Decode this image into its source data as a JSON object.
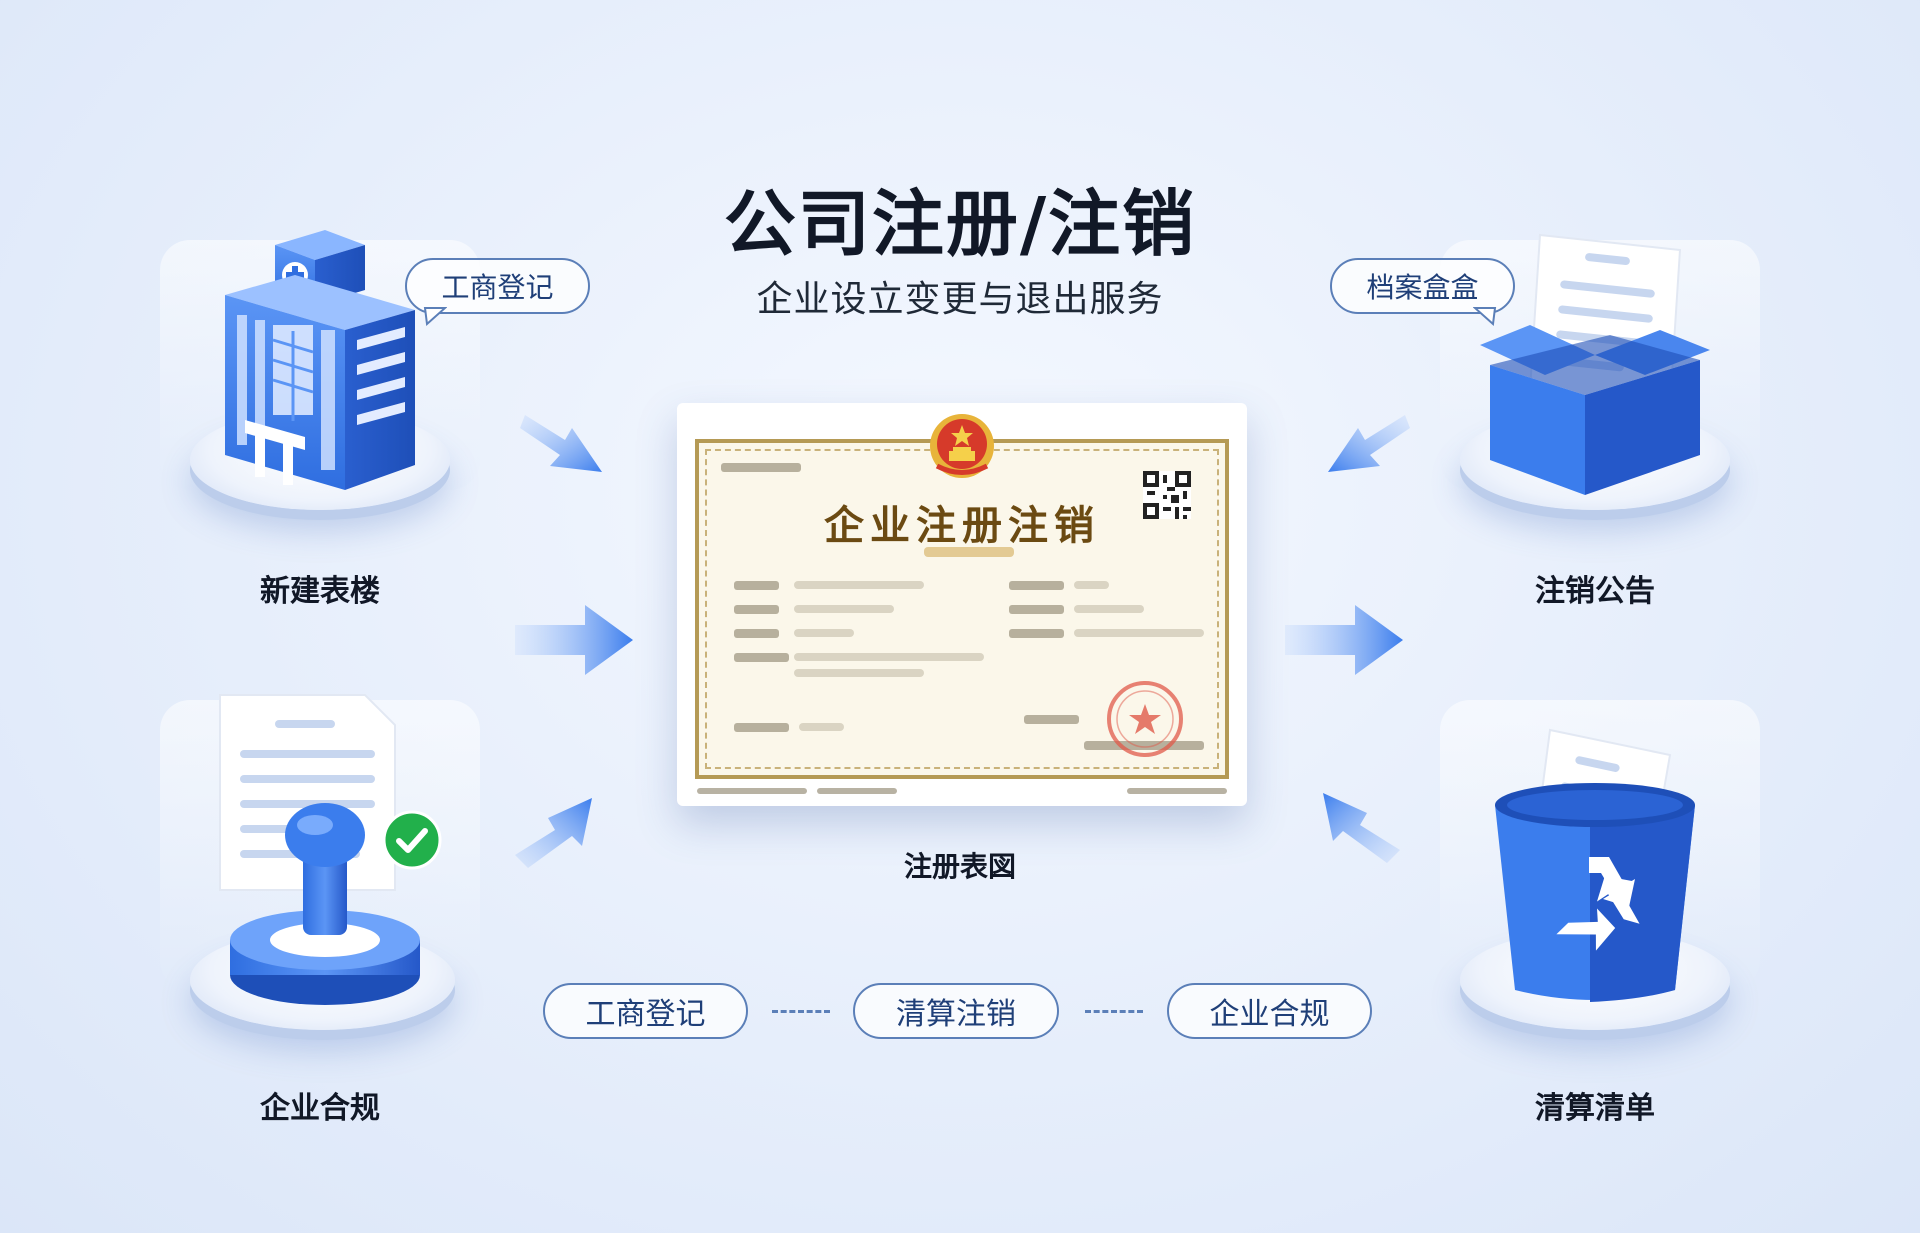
{
  "title": "公司注册/注销",
  "subtitle": "企业设立变更与退出服务",
  "nodes": {
    "top_left": {
      "label": "新建表楼",
      "tag": "工商登记"
    },
    "bottom_left": {
      "label": "企业合规"
    },
    "top_right": {
      "label": "注销公告",
      "tag": "档案盒盒"
    },
    "bottom_right": {
      "label": "清算清单"
    }
  },
  "certificate": {
    "title": "企业注册注销",
    "caption": "注册表図"
  },
  "bottom_pills": [
    "工商登记",
    "清算注销",
    "企业合规"
  ],
  "colors": {
    "primary_blue": "#3b7ded",
    "dark_blue": "#2558c9",
    "pill_border": "#5b7fb8",
    "seal_red": "#d63a2a",
    "check_green": "#22b04b"
  }
}
